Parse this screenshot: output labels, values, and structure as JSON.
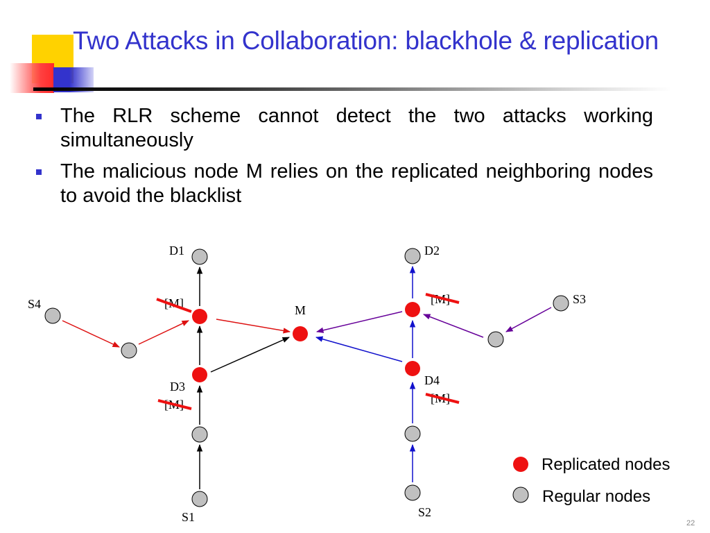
{
  "slide": {
    "title": "Two Attacks in Collaboration: blackhole & replication",
    "page_number": "22"
  },
  "bullets": [
    {
      "text": "The RLR scheme cannot detect the two attacks working simultaneously"
    },
    {
      "text": "The malicious node M relies on the replicated neighboring nodes to avoid the blacklist"
    }
  ],
  "colors": {
    "title": "#3333cc",
    "replicated_node": "#ee1111",
    "regular_node": "#c0c0c0",
    "strike": "#ee1111",
    "arrow_red": "#dd1111",
    "arrow_black": "#000000",
    "arrow_blue": "#1111cc",
    "arrow_purple": "#660099"
  },
  "diagram": {
    "labels": {
      "D1": "D1",
      "D2": "D2",
      "D3": "D3",
      "D4": "D4",
      "S1": "S1",
      "S2": "S2",
      "S3": "S3",
      "S4": "S4",
      "M": "M",
      "M_bracket": "[M]"
    },
    "legend": [
      {
        "type": "replicated",
        "label": "Replicated nodes"
      },
      {
        "type": "regular",
        "label": "Regular nodes"
      }
    ]
  }
}
